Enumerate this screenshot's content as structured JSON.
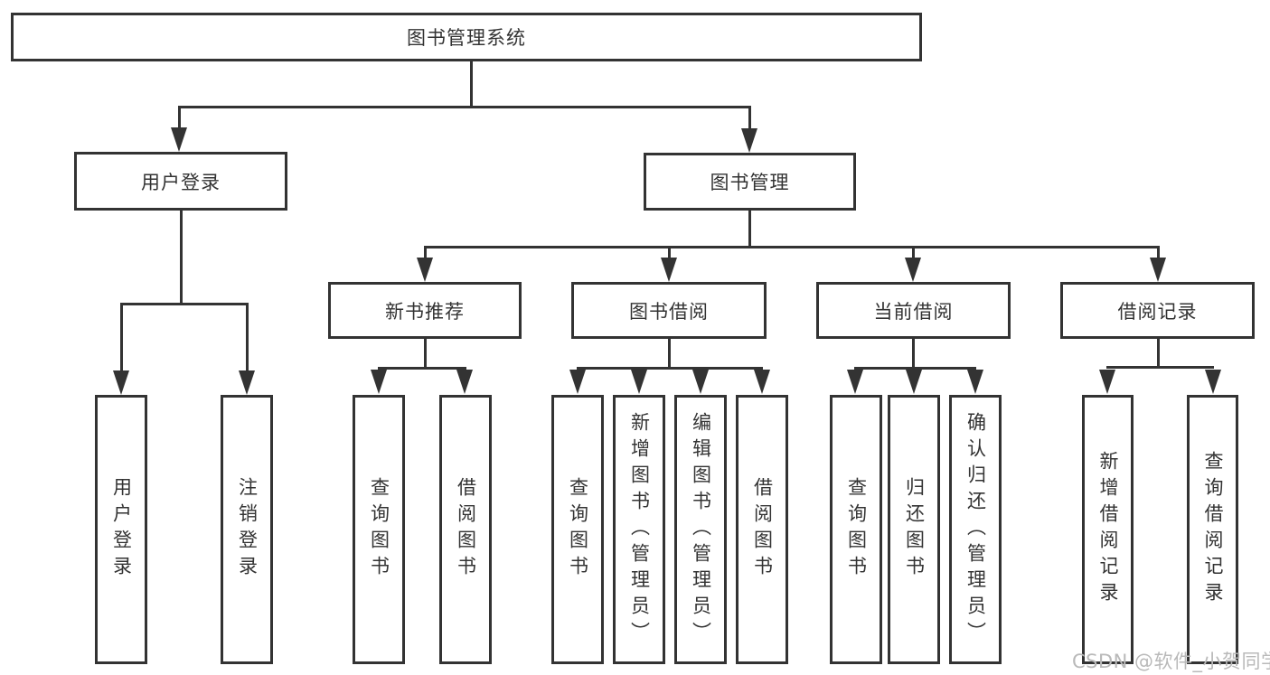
{
  "title": "图书管理系统",
  "watermark": "CSDN @软件_小贺同学",
  "colors": {
    "line": "#333333",
    "text": "#333333",
    "watermark": "#b9b9b9",
    "background": "#ffffff"
  },
  "nodes": {
    "root": "图书管理系统",
    "user_login": "用户登录",
    "book_mgmt": "图书管理",
    "new_book_rec": "新书推荐",
    "book_borrow": "图书借阅",
    "current_borrow": "当前借阅",
    "borrow_records": "借阅记录",
    "leaf_user_login": "用户登录",
    "leaf_logout": "注销登录",
    "leaf_query_book_1": "查询图书",
    "leaf_borrow_book_1": "借阅图书",
    "leaf_query_book_2": "查询图书",
    "leaf_add_book": "新增图书（管理员）",
    "leaf_edit_book": "编辑图书（管理员）",
    "leaf_borrow_book_2": "借阅图书",
    "leaf_query_book_3": "查询图书",
    "leaf_return_book": "归还图书",
    "leaf_confirm_return": "确认归还（管理员）",
    "leaf_add_borrow_record": "新增借阅记录",
    "leaf_query_borrow_record": "查询借阅记录"
  },
  "hierarchy": {
    "图书管理系统": {
      "用户登录": [
        "用户登录",
        "注销登录"
      ],
      "图书管理": {
        "新书推荐": [
          "查询图书",
          "借阅图书"
        ],
        "图书借阅": [
          "查询图书",
          "新增图书（管理员）",
          "编辑图书（管理员）",
          "借阅图书"
        ],
        "当前借阅": [
          "查询图书",
          "归还图书",
          "确认归还（管理员）"
        ],
        "借阅记录": [
          "新增借阅记录",
          "查询借阅记录"
        ]
      }
    }
  }
}
